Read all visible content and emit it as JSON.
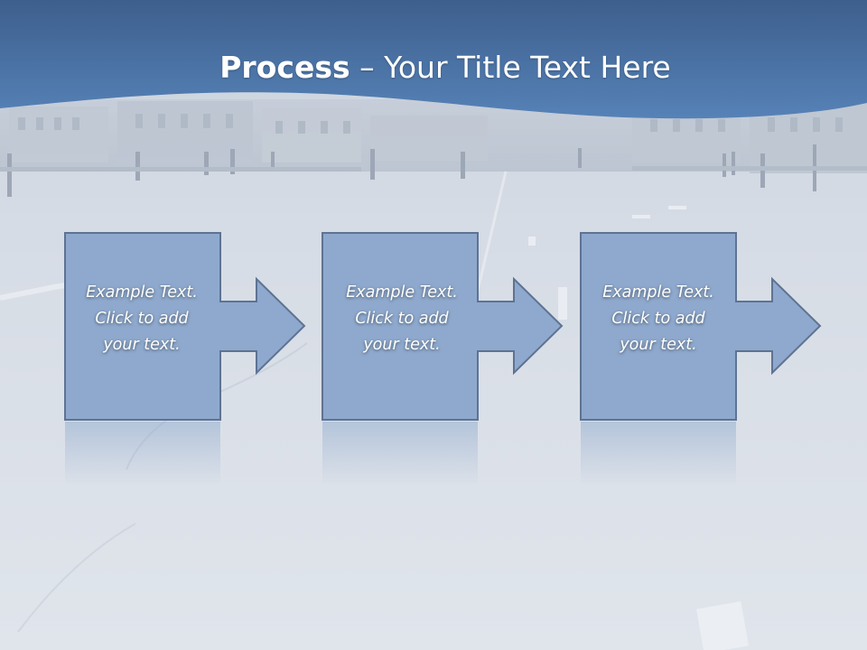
{
  "slide": {
    "title_bold": "Process",
    "title_rest": " – Your Title Text Here",
    "colors": {
      "header_band": "#4a74a6",
      "shape_fill": "#8ea9cd",
      "shape_stroke": "#5e7393",
      "background": "#dfe4ec"
    }
  },
  "steps": [
    {
      "lines": [
        "Example Text.",
        "Click  to add",
        "your text."
      ]
    },
    {
      "lines": [
        "Example Text.",
        "Click  to add",
        "your text."
      ]
    },
    {
      "lines": [
        "Example Text.",
        "Click  to add",
        "your text."
      ]
    }
  ]
}
